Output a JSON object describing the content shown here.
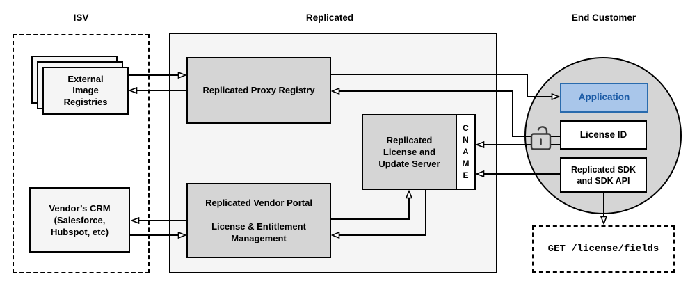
{
  "colors": {
    "line": "#000000",
    "container_fill": "#f5f5f5",
    "node_fill": "#d5d5d5",
    "light_node_fill": "#f5f5f5",
    "app_fill": "#a9c6ea",
    "app_border": "#2a6bad",
    "app_text": "#1b5ba6",
    "lock": "#3b3b3b"
  },
  "sections": {
    "isv": {
      "title": "ISV"
    },
    "replicated": {
      "title": "Replicated"
    },
    "end_customer": {
      "title": "End Customer"
    }
  },
  "nodes": {
    "external_image_registries": {
      "label": "External\nImage\nRegistries"
    },
    "vendors_crm": {
      "label": "Vendor’s CRM\n(Salesforce,\nHubspot, etc)"
    },
    "proxy_registry": {
      "label": "Replicated Proxy Registry"
    },
    "license_update_server": {
      "label": "Replicated\nLicense and\nUpdate Server"
    },
    "cname": {
      "label": "C\nN\nA\nM\nE"
    },
    "vendor_portal": {
      "label": "Replicated Vendor Portal\n\nLicense & Entitlement\nManagement"
    },
    "application": {
      "label": "Application"
    },
    "license_id": {
      "label": "License ID"
    },
    "replicated_sdk": {
      "label": "Replicated SDK\nand SDK API"
    },
    "get_endpoint": {
      "label": "GET /license/fields"
    }
  },
  "icons": {
    "unlocked_padlock": "unlocked padlock between License ID and CNAME lines"
  },
  "edges": [
    {
      "from": "external-image-registries",
      "to": "replicated-proxy-registry"
    },
    {
      "from": "replicated-proxy-registry",
      "to": "external-image-registries"
    },
    {
      "from": "replicated-proxy-registry",
      "to": "application"
    },
    {
      "from": "license-id",
      "to": "replicated-proxy-registry"
    },
    {
      "from": "license-id",
      "to": "cname"
    },
    {
      "from": "replicated-sdk",
      "to": "cname"
    },
    {
      "from": "vendor-portal",
      "to": "license-update-server"
    },
    {
      "from": "license-update-server",
      "to": "vendor-portal"
    },
    {
      "from": "vendor-portal",
      "to": "vendors-crm"
    },
    {
      "from": "vendors-crm",
      "to": "vendor-portal"
    },
    {
      "from": "replicated-sdk",
      "to": "get-endpoint"
    }
  ]
}
